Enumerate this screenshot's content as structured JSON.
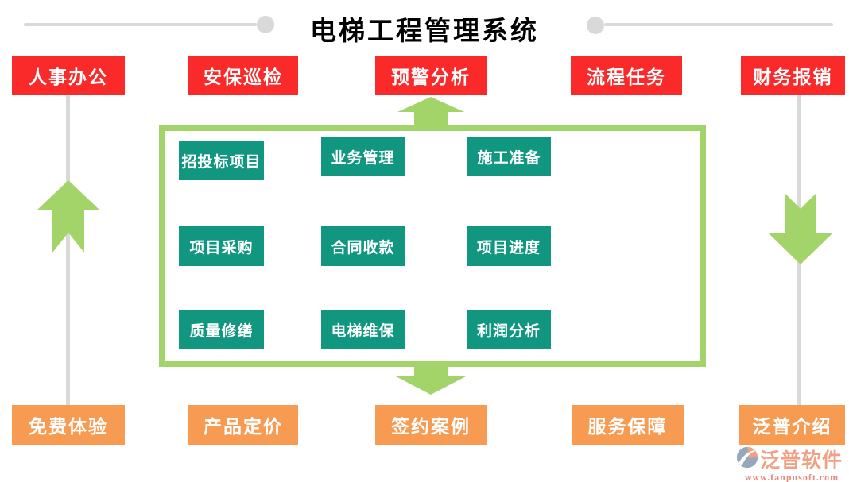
{
  "title": "电梯工程管理系统",
  "top_row": {
    "items": [
      "人事办公",
      "安保巡检",
      "预警分析",
      "流程任务",
      "财务报销"
    ]
  },
  "module_box": {
    "rows": [
      [
        "招投标项目",
        "业务管理",
        "施工准备"
      ],
      [
        "项目采购",
        "合同收款",
        "项目进度"
      ],
      [
        "质量修缮",
        "电梯维保",
        "利润分析"
      ]
    ]
  },
  "bottom_row": {
    "items": [
      "免费体验",
      "产品定价",
      "签约案例",
      "服务保障",
      "泛普介绍"
    ]
  },
  "logo": {
    "name": "泛普软件",
    "url": "www.fanpusoft.com"
  },
  "icons": {
    "up_arrow": "notched-up-arrow",
    "down_arrow": "notched-down-arrow",
    "box_in_arrow": "arrow-into-warning-analysis",
    "box_out_arrow": "arrow-out-to-signed-cases",
    "logo_icon": "fanpu-circle-swoosh"
  },
  "colors": {
    "top_button": "#fa2a2a",
    "module_button": "#119680",
    "bottom_button": "#f89b52",
    "arrow_green": "#a3d46a",
    "box_border": "#a3d46a",
    "connector_gray": "#d9d9d9",
    "title_text": "#000000",
    "button_text": "#ffffff",
    "logo_text": "#f0a183",
    "logo_url_text": "#e8897a"
  }
}
